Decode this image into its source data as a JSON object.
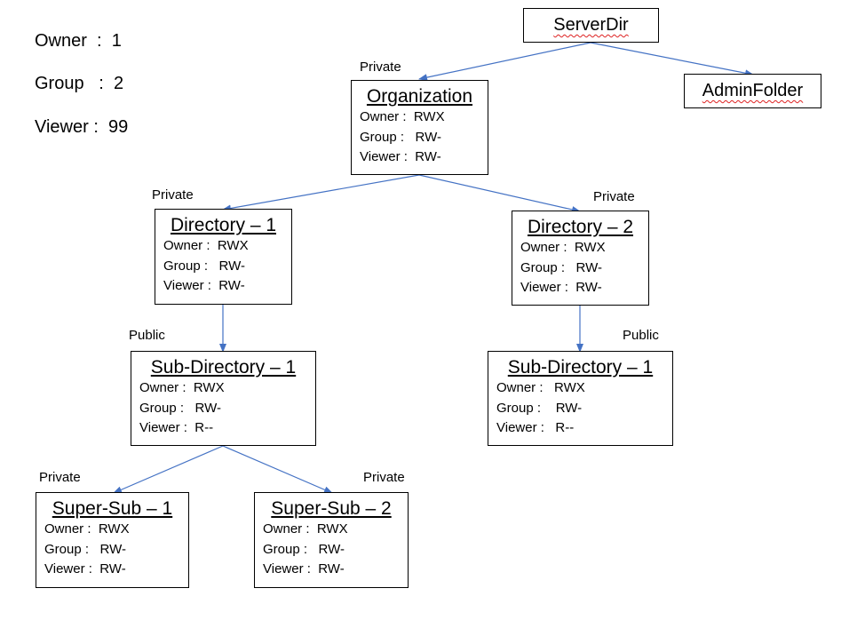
{
  "legend": [
    {
      "label": "Owner",
      "sep": "  :  ",
      "value": "1"
    },
    {
      "label": "Group",
      "sep": "   :  ",
      "value": "2"
    },
    {
      "label": "Viewer",
      "sep": " :  ",
      "value": "99"
    }
  ],
  "nodes": {
    "serverdir": {
      "title": "ServerDir"
    },
    "adminfolder": {
      "title": "AdminFolder"
    },
    "organization": {
      "title": "Organization",
      "visibility": "Private",
      "owner": "Owner :  RWX",
      "group": "Group :   RW-",
      "viewer": "Viewer :  RW-"
    },
    "directory1": {
      "title": "Directory – 1",
      "visibility": "Private",
      "owner": "Owner :  RWX",
      "group": "Group :   RW-",
      "viewer": "Viewer :  RW-"
    },
    "directory2": {
      "title": "Directory – 2",
      "visibility": "Private",
      "owner": "Owner :  RWX",
      "group": "Group :   RW-",
      "viewer": "Viewer :  RW-"
    },
    "subdir1": {
      "title": "Sub-Directory – 1",
      "visibility": "Public",
      "owner": "Owner :  RWX",
      "group": "Group :   RW-",
      "viewer": "Viewer :  R--"
    },
    "subdir2": {
      "title": "Sub-Directory – 1",
      "visibility": "Public",
      "owner": "Owner :   RWX",
      "group": "Group :    RW-",
      "viewer": "Viewer :   R--"
    },
    "supersub1": {
      "title": "Super-Sub – 1",
      "visibility": "Private",
      "owner": "Owner :  RWX",
      "group": "Group :   RW-",
      "viewer": "Viewer :  RW-"
    },
    "supersub2": {
      "title": "Super-Sub – 2",
      "visibility": "Private",
      "owner": "Owner :  RWX",
      "group": "Group :   RW-",
      "viewer": "Viewer :  RW-"
    }
  },
  "edges": [
    {
      "from": "serverdir",
      "to": "organization"
    },
    {
      "from": "serverdir",
      "to": "adminfolder"
    },
    {
      "from": "organization",
      "to": "directory1"
    },
    {
      "from": "organization",
      "to": "directory2"
    },
    {
      "from": "directory1",
      "to": "subdir1"
    },
    {
      "from": "directory2",
      "to": "subdir2"
    },
    {
      "from": "subdir1",
      "to": "supersub1"
    },
    {
      "from": "subdir1",
      "to": "supersub2"
    }
  ],
  "colors": {
    "connector": "#4472c4",
    "border": "#000000",
    "spellcheck": "#dd2222"
  }
}
